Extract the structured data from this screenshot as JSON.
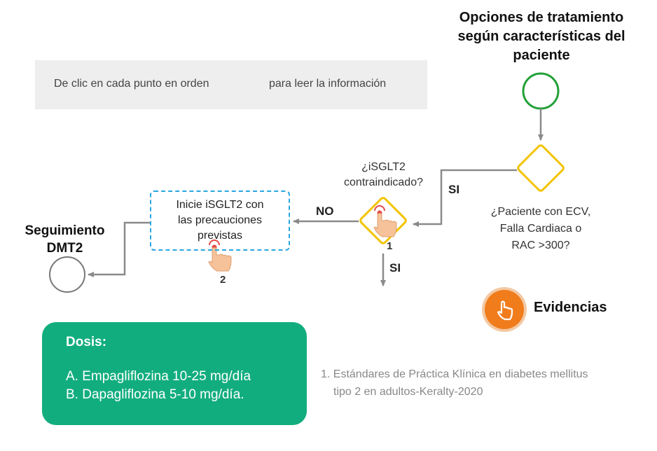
{
  "header": {
    "title_lines": [
      "Opciones de tratamiento",
      "según características del",
      "paciente"
    ]
  },
  "instruction": {
    "text_before": "De clic en cada punto en orden",
    "text_after": "para leer la información"
  },
  "decision1": {
    "question_lines": [
      "¿Paciente con ECV,",
      "Falla Cardiaca o",
      "RAC >300?"
    ],
    "yes_label": "SI"
  },
  "decision2": {
    "question_lines": [
      "¿iSGLT2",
      "contraindicado?"
    ],
    "no_label": "NO",
    "yes_label": "SI",
    "step": "1"
  },
  "action": {
    "text_lines": [
      "Inicie iSGLT2 con",
      "las precauciones",
      "previstas"
    ],
    "step": "2"
  },
  "followup": {
    "label_lines": [
      "Seguimiento",
      "DMT2"
    ]
  },
  "dosis": {
    "title": "Dosis:",
    "items": [
      "A. Empagliflozina 10-25 mg/día",
      "B. Dapagliflozina 5-10 mg/día."
    ]
  },
  "reference": {
    "lines": [
      "1. Estándares de Práctica Klínica en diabetes mellitus",
      "tipo 2 en adultos-Keralty-2020"
    ]
  },
  "evidence": {
    "label": "Evidencias",
    "icon": "hand-pointer-icon"
  },
  "colors": {
    "start": "#22a038",
    "decision": "#f2c400",
    "dashed": "#2aa7e0",
    "dosis_bg": "#12ad7e",
    "evidence": "#f07c1c",
    "connector": "#8a8a8a"
  }
}
